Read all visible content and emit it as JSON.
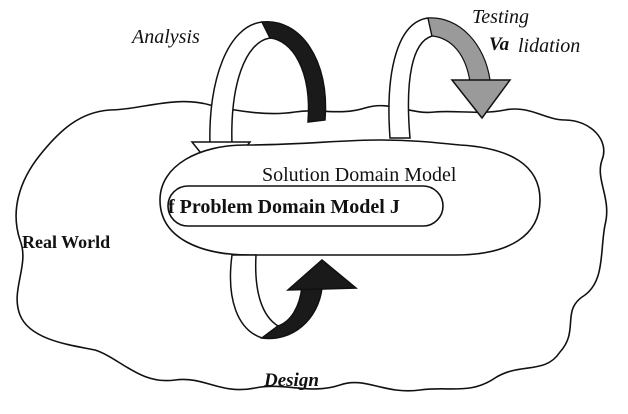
{
  "labels": {
    "analysis": "Analysis",
    "testing": "Testing",
    "validation_prefix": "Va",
    "validation": "lidation",
    "solution_domain_model": "Solution Domain Model",
    "problem_domain_model": "f Problem Domain Model J",
    "real_world": "Real World",
    "design": "Design"
  },
  "colors": {
    "line": "#111111",
    "dark_fill": "#1a1a1a",
    "shaded_fill": "#9a9a9a",
    "background": "#ffffff"
  }
}
